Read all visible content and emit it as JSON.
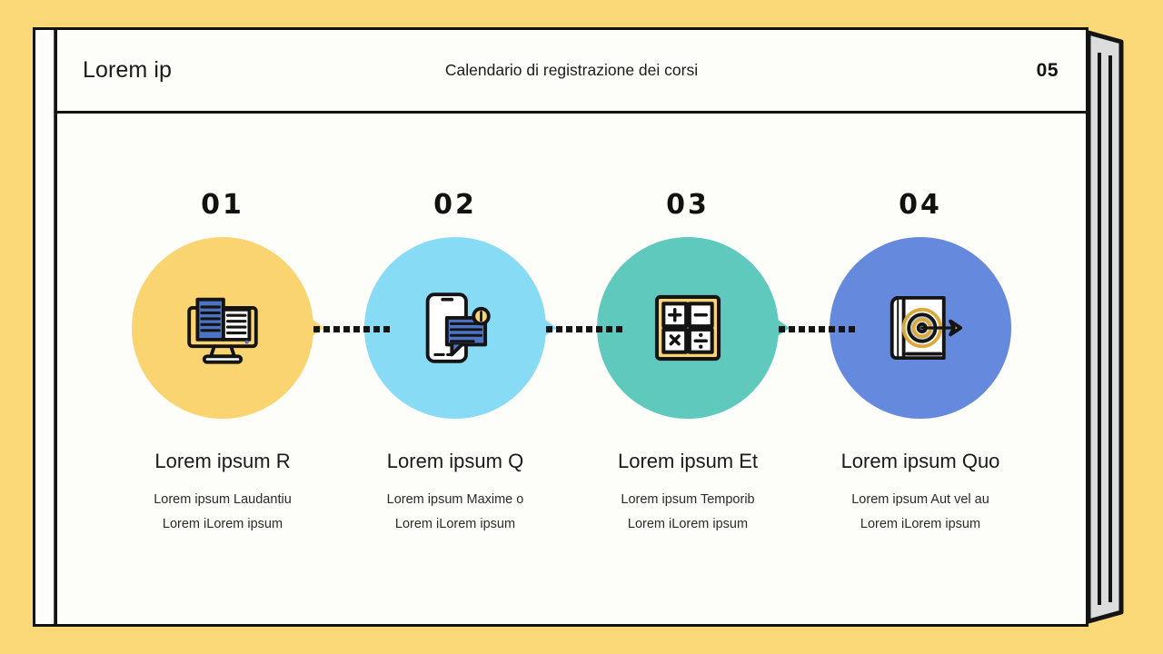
{
  "slide": {
    "background_color": "#FBD878",
    "page_color": "#FDFDFA"
  },
  "header": {
    "brand": "Lorem ip",
    "title": "Calendario di registrazione dei corsi",
    "page_number": "05"
  },
  "steps": [
    {
      "number": "01",
      "icon": "monitor-book-icon",
      "color": "#FAD471",
      "title": "Lorem ipsum R",
      "desc_line1": "Lorem ipsum Laudantiu",
      "desc_line2": "Lorem iLorem ipsum",
      "has_connector": true
    },
    {
      "number": "02",
      "icon": "phone-chat-notification-icon",
      "color": "#87DBF5",
      "title": "Lorem ipsum Q",
      "desc_line1": "Lorem ipsum Maxime o",
      "desc_line2": "Lorem iLorem ipsum",
      "has_connector": true
    },
    {
      "number": "03",
      "icon": "calculator-operations-icon",
      "color": "#5FC9BE",
      "title": "Lorem ipsum Et",
      "desc_line1": "Lorem ipsum Temporib",
      "desc_line2": "Lorem iLorem ipsum",
      "has_connector": true
    },
    {
      "number": "04",
      "icon": "book-target-arrow-icon",
      "color": "#6589DC",
      "title": "Lorem ipsum Quo",
      "desc_line1": "Lorem ipsum Aut vel au",
      "desc_line2": "Lorem iLorem ipsum",
      "has_connector": false
    }
  ],
  "decoration": {
    "book_spine": "book-spine-left",
    "book_pages_edge": "book-pages-edge-right"
  }
}
